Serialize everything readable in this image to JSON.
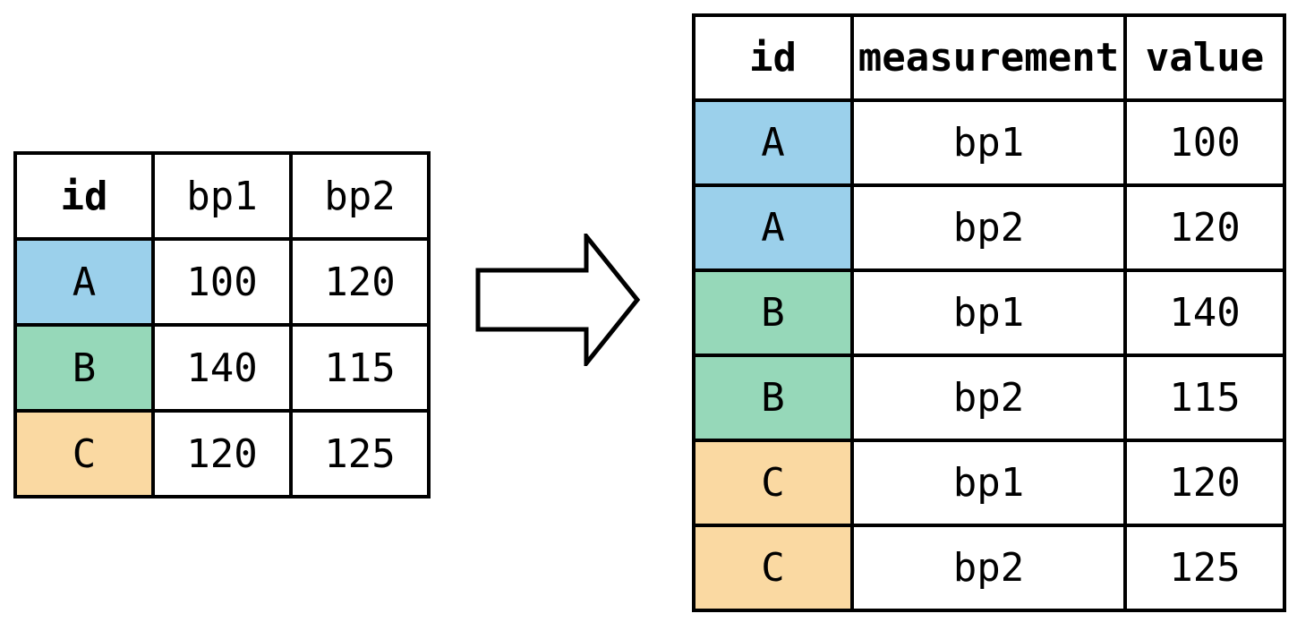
{
  "colors": {
    "id_a_fill": "#9BD0EB",
    "id_b_fill": "#96D8B9",
    "id_c_fill": "#FAD9A2",
    "table_border": "#000000",
    "text": "#000000",
    "background": "#FFFFFF"
  },
  "icons": {
    "transform_arrow": "right-block-arrow"
  },
  "wide_table": {
    "headers": [
      "id",
      "bp1",
      "bp2"
    ],
    "rows": [
      [
        "A",
        "100",
        "120"
      ],
      [
        "B",
        "140",
        "115"
      ],
      [
        "C",
        "120",
        "125"
      ]
    ]
  },
  "long_table": {
    "headers": [
      "id",
      "measurement",
      "value"
    ],
    "rows": [
      [
        "A",
        "bp1",
        "100"
      ],
      [
        "A",
        "bp2",
        "120"
      ],
      [
        "B",
        "bp1",
        "140"
      ],
      [
        "B",
        "bp2",
        "115"
      ],
      [
        "C",
        "bp1",
        "120"
      ],
      [
        "C",
        "bp2",
        "125"
      ]
    ]
  }
}
